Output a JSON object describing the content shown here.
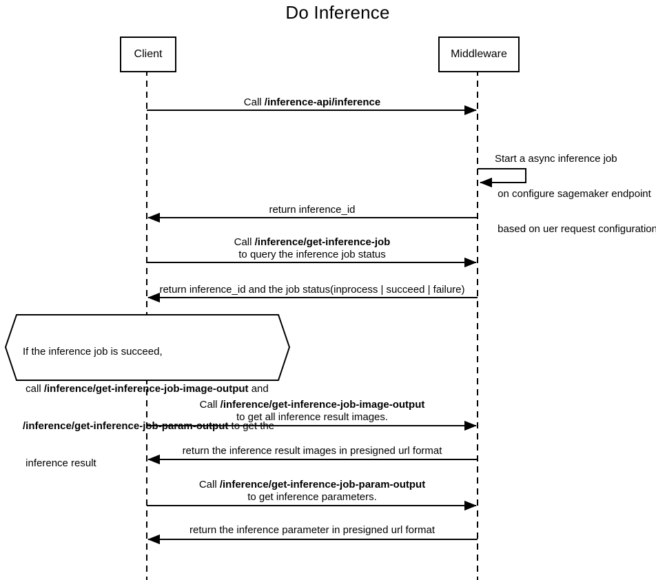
{
  "title": "Do Inference",
  "participants": {
    "client": "Client",
    "middleware": "Middleware"
  },
  "messages": {
    "call_inference": {
      "prefix": "Call ",
      "endpoint": "/inference-api/inference"
    },
    "self_job_note": {
      "line1": "Start a async inference job",
      "line2": " on configure sagemaker endpoint",
      "line3": " based on uer request configuration"
    },
    "return_inference_id": "return inference_id",
    "call_get_job": {
      "prefix": "Call ",
      "endpoint": "/inference/get-inference-job",
      "line2": "to query the inference job status"
    },
    "return_job_status": "return inference_id and the job status(inprocess | succeed | failure)",
    "condition_note": {
      "line1": "If the inference job is succeed,",
      "line2_pre": " call ",
      "line2_bold": "/inference/get-inference-job-image-output",
      "line2_post": " and",
      "line3_bold": "/inference/get-inference-job-param-output",
      "line3_post": " to get the",
      "line4": " inference result"
    },
    "call_image_output": {
      "prefix": "Call ",
      "endpoint": "/inference/get-inference-job-image-output",
      "line2": "to get all inference result images."
    },
    "return_images": "return the inference result images in presigned url format",
    "call_param_output": {
      "prefix": "Call ",
      "endpoint": "/inference/get-inference-job-param-output",
      "line2": "to get inference parameters."
    },
    "return_params": "return the inference parameter in presigned url format"
  },
  "colors": {
    "line": "#000000",
    "background": "#ffffff"
  }
}
